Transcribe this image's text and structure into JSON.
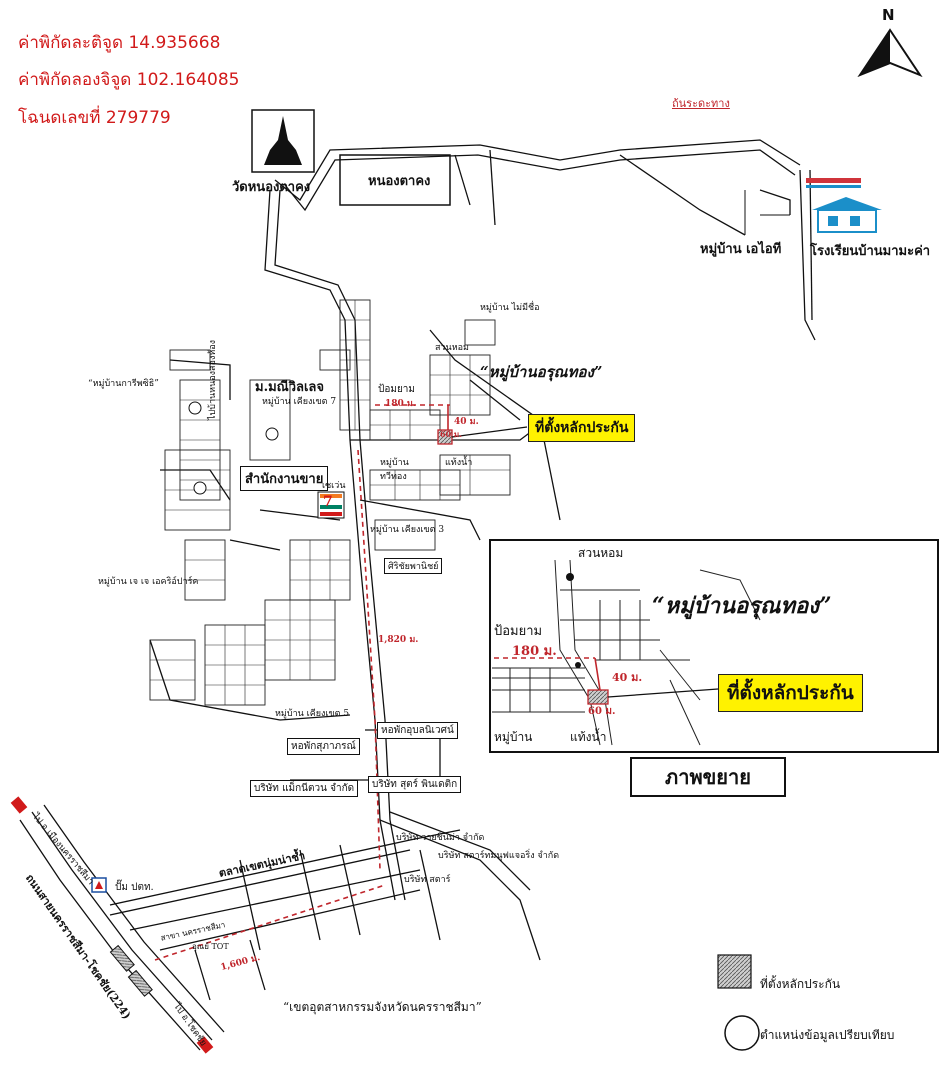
{
  "coordinates": {
    "latitude": "ค่าพิกัดละติจูด 14.935668",
    "longitude": "ค่าพิกัดลองจิจูด 102.164085",
    "deed": "โฉนดเลขที่ 279779"
  },
  "north_arrow": {
    "label": "N"
  },
  "places": {
    "temple": "วัดหนองตาคง",
    "pond": "หนองตาคง",
    "distribution_line": "ถ้นระดะทาง",
    "village_otai": "หมู่บ้าน เอไอที",
    "school": "โรงเรียนบ้านมามะค่า",
    "village_maicho": "หมู่บ้าน ไม่มีชื่อ",
    "suan_hom": "สวนหอม",
    "arun_thong_main": "“หมู่บ้านอรุณทอง”",
    "village_kansirithani": "“หมู่บ้านการีพซิธิ”",
    "mmanee": "ม.มณีวิลเลจ",
    "village_kiang_khet7": "หมู่บ้าน เคียงเขต 7",
    "nong_song_hong": "ไปบ้านหนองสองห้อง",
    "sales_office": "สำนักงานขาย",
    "seven_eleven_label": "เซเว่น",
    "seven_eleven_logo": "7",
    "pom_yam": "ป้อมยาม",
    "dist_180": "180 ม.",
    "dist_40": "40 ม.",
    "dist_60": "60 ม.",
    "water_tank": "แท้งน้ำ",
    "village_thawithong": "หมู่บ้าน ทวีทอง",
    "village_kiang_khet3": "หมู่บ้าน เคียงเขต 3",
    "sirichai": "ศิริชัยพานิชย์",
    "village_jj": "หมู่บ้าน เจ เจ เอคริอ์ปาร์ค",
    "dist_1820": "1,820 ม.",
    "village_kiang_khet5": "หมู่บ้าน เคียงเขต 5",
    "dorm_supaporn": "หอพักสุภาภรณ์",
    "dorm_punsin": "หอพักอุบลนิเวศน์",
    "mackyan": "บริษัท แม็กนีตวน จำกัด",
    "sutra": "บริษัท สุตร์ พินเดติก",
    "market": "ตลาดเขตนุ่มน่าช้ำ",
    "to_korat": "ไป อ.เมืองนครราชสีมา",
    "ptt": "ปั๊ม ปตท.",
    "highway": "ถนนสายนครราชสีมา-โชคชัย(224)",
    "branch_korat": "สาขา นครราชสีมา",
    "post_tot": "อุณย์ TOT",
    "dist_1600": "1,600 ม.",
    "company_wanshinima": "บริษัท วายชินิม่า จำกัด",
    "company_start": "บริษัท สตาร์ทมนูฟแจอริ่ง จำกัด",
    "company_start2": "บริษัท สตาร์",
    "industrial_estate": "“เขตอุตสาหกรรมจังหวัดนครราชสีมา”",
    "to_chokchai": "ไป อ.โชคชัย"
  },
  "markers": {
    "collateral_main": "ที่ตั้งหลักประกัน",
    "collateral_inset": "ที่ตั้งหลักประกัน"
  },
  "inset": {
    "title": "“หมู่บ้านอรุณทอง”",
    "suan_hom": "สวนหอม",
    "pom_yam": "ป้อมยาม",
    "dist_180": "180 ม.",
    "dist_40": "40 ม.",
    "dist_60": "60 ม.",
    "village": "หมู่บ้าน",
    "water_tank": "แท้งน้ำ",
    "zoom_label": "ภาพขยาย"
  },
  "legend": {
    "collateral": "ที่ตั้งหลักประกัน",
    "comparable": "ตำแหน่งข้อมูลเปรียบเทียบ"
  },
  "colors": {
    "coord_text": "#d11a1a",
    "marker_fill": "#fff200",
    "route_red": "#c0262c",
    "school_roof": "#1b8fc9",
    "school_flag": "#d0343b"
  }
}
